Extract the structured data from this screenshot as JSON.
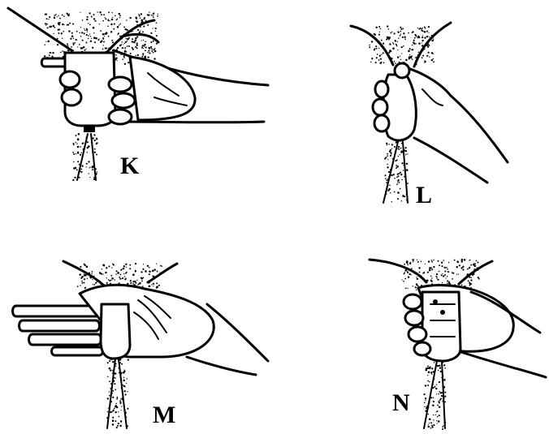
{
  "panels": [
    {
      "id": "K",
      "label": "K"
    },
    {
      "id": "L",
      "label": "L"
    },
    {
      "id": "M",
      "label": "M"
    },
    {
      "id": "N",
      "label": "N"
    }
  ]
}
